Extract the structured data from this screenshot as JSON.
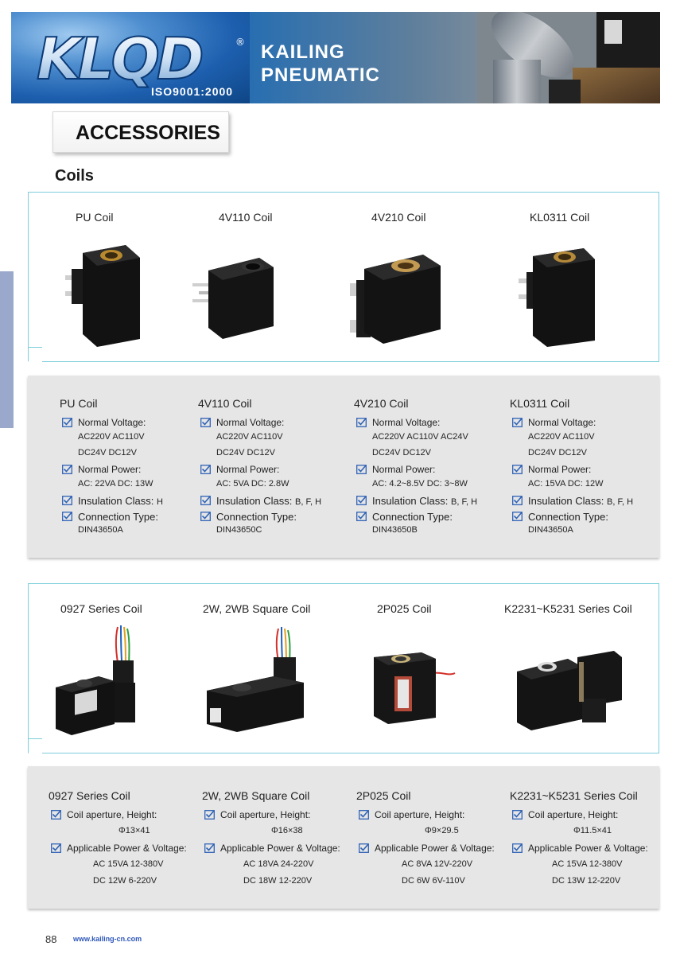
{
  "banner": {
    "logo_text": "KLQD",
    "registered": "®",
    "iso": "ISO9001:2000",
    "brand_line1": "KAILING",
    "brand_line2": "PNEUMATIC"
  },
  "headings": {
    "section": "ACCESSORIES",
    "subsection": "Coils"
  },
  "row1": {
    "photo_names": [
      "PU Coil",
      "4V110 Coil",
      "4V210 Coil",
      "KL0311 Coil"
    ],
    "specs": [
      {
        "title": "PU Coil",
        "voltage_label": "Normal Voltage:",
        "voltage_1": "AC220V AC110V",
        "voltage_2": "DC24V  DC12V",
        "power_label": "Normal Power:",
        "power": "AC:  22VA    DC: 13W",
        "insulation_label": "Insulation Class:",
        "insulation": "H",
        "connection_label": "Connection Type:",
        "connection": "DIN43650A"
      },
      {
        "title": "4V110 Coil",
        "voltage_label": "Normal Voltage:",
        "voltage_1": "AC220V   AC110V",
        "voltage_2": "DC24V  DC12V",
        "power_label": "Normal Power:",
        "power": "AC: 5VA      DC: 2.8W",
        "insulation_label": "Insulation Class:",
        "insulation": "B, F, H",
        "connection_label": "Connection Type:",
        "connection": "DIN43650C"
      },
      {
        "title": "4V210 Coil",
        "voltage_label": "Normal Voltage:",
        "voltage_1": "AC220V  AC110V  AC24V",
        "voltage_2": "DC24V   DC12V",
        "power_label": "Normal Power:",
        "power": "AC: 4.2~8.5V   DC: 3~8W",
        "insulation_label": "Insulation Class:",
        "insulation": "B, F, H",
        "connection_label": "Connection Type:",
        "connection": "DIN43650B"
      },
      {
        "title": "KL0311 Coil",
        "voltage_label": "Normal Voltage:",
        "voltage_1": "AC220V   AC110V",
        "voltage_2": "DC24V  DC12V",
        "power_label": "Normal Power:",
        "power": "AC: 15VA      DC: 12W",
        "insulation_label": "Insulation Class:",
        "insulation": "B, F, H",
        "connection_label": "Connection Type:",
        "connection": "DIN43650A"
      }
    ]
  },
  "row2": {
    "photo_names": [
      "0927 Series Coil",
      "2W, 2WB Square Coil",
      "2P025 Coil",
      "K2231~K5231 Series Coil"
    ],
    "specs": [
      {
        "title": "0927 Series Coil",
        "aperture_label": "Coil aperture, Height:",
        "aperture": "Φ13×41",
        "power_label": "Applicable Power & Voltage:",
        "ac": "AC 15VA 12-380V",
        "dc": "DC 12W 6-220V"
      },
      {
        "title": "2W, 2WB Square Coil",
        "aperture_label": "Coil aperture, Height:",
        "aperture": "Φ16×38",
        "power_label": "Applicable Power & Voltage:",
        "ac": "AC 18VA 24-220V",
        "dc": "DC 18W 12-220V"
      },
      {
        "title": "2P025 Coil",
        "aperture_label": "Coil aperture, Height:",
        "aperture": "Φ9×29.5",
        "power_label": "Applicable Power & Voltage:",
        "ac": "AC 8VA 12V-220V",
        "dc": "DC 6W 6V-110V"
      },
      {
        "title": "K2231~K5231 Series Coil",
        "aperture_label": "Coil aperture, Height:",
        "aperture": "Φ11.5×41",
        "power_label": "Applicable Power & Voltage:",
        "ac": "AC 15VA 12-380V",
        "dc": "DC 13W 12-220V"
      }
    ]
  },
  "footer": {
    "page": "88",
    "url": "www.kailing-cn.com"
  }
}
